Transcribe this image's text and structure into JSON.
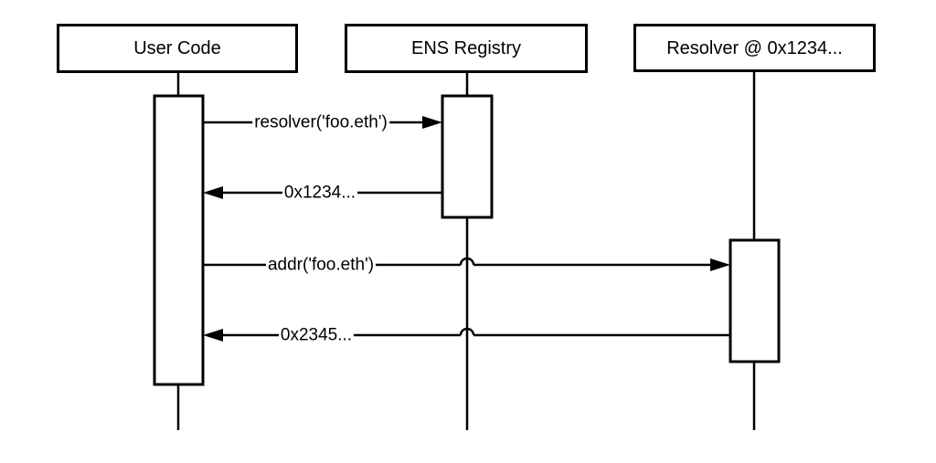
{
  "diagram": {
    "type": "uml-sequence-diagram",
    "colors": {
      "background": "#ffffff",
      "line": "#000000",
      "text": "#000000",
      "activation_fill": "#ffffff"
    },
    "participants": [
      {
        "id": "user-code",
        "label": "User Code"
      },
      {
        "id": "ens-registry",
        "label": "ENS Registry"
      },
      {
        "id": "resolver",
        "label": "Resolver @ 0x1234..."
      }
    ],
    "messages": [
      {
        "from": "User Code",
        "to": "ENS Registry",
        "label": "resolver('foo.eth')",
        "direction": "right",
        "kind": "call"
      },
      {
        "from": "ENS Registry",
        "to": "User Code",
        "label": "0x1234...",
        "direction": "left",
        "kind": "return"
      },
      {
        "from": "User Code",
        "to": "Resolver @ 0x1234...",
        "label": "addr('foo.eth')",
        "direction": "right",
        "kind": "call"
      },
      {
        "from": "Resolver @ 0x1234...",
        "to": "User Code",
        "label": "0x2345...",
        "direction": "left",
        "kind": "return"
      }
    ]
  }
}
